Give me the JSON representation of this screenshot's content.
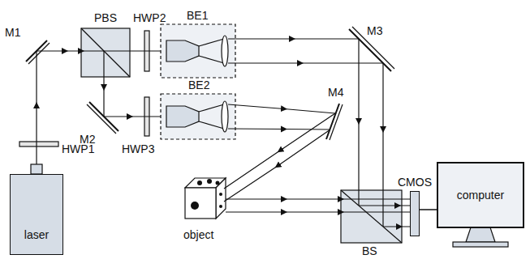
{
  "diagram": {
    "nodes": [
      {
        "text": [
          "laser"
        ]
      },
      {
        "text": [
          "CMOS"
        ]
      },
      {
        "text": [
          "computer"
        ]
      }
    ],
    "edges": [
      {
        "from": 1,
        "to": 2,
        "arrow": "none"
      }
    ],
    "labels": [
      "M1",
      "PBS",
      "HWP2",
      "BE1",
      "M3",
      "HWP1",
      "M2",
      "BE2",
      "HWP3",
      "M4",
      "object",
      "BS"
    ]
  }
}
